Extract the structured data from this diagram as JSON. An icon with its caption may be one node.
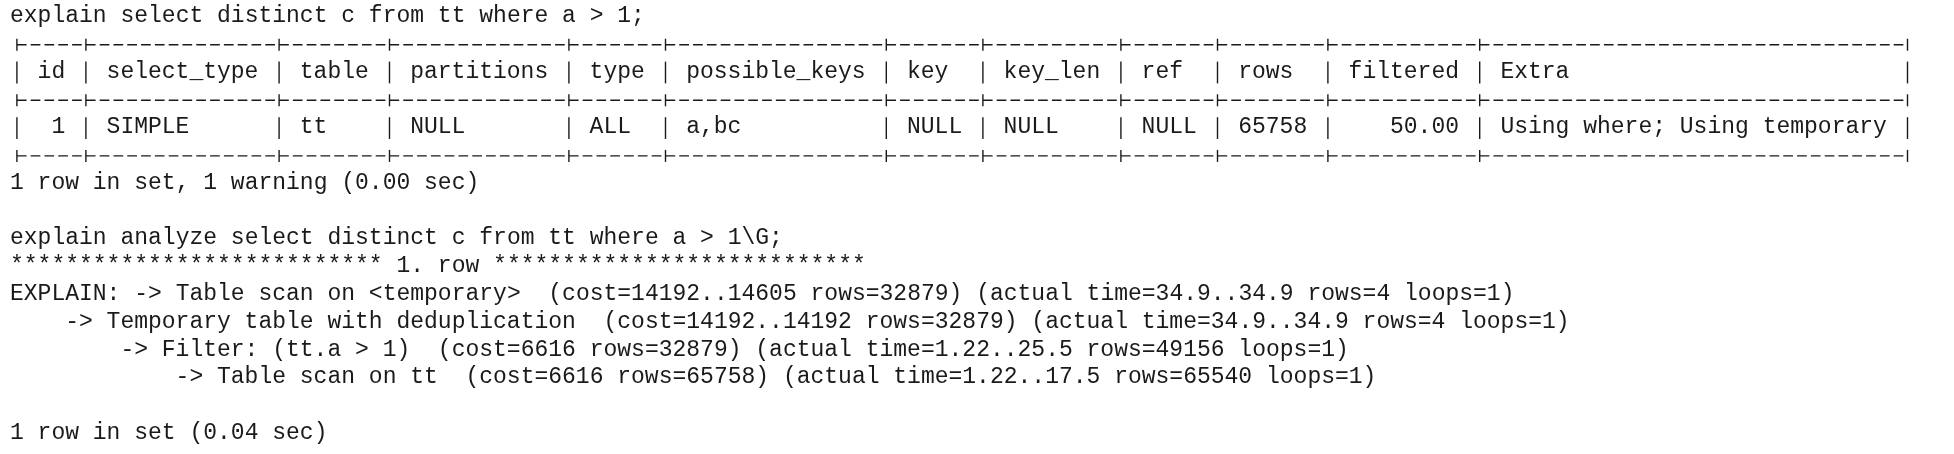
{
  "diagram": {
    "labels": [
      "explain select distinct c from tt where a > 1;",
      "id",
      "select_type",
      "table",
      "partitions",
      "type",
      "possible_keys",
      "key",
      "key_len",
      "ref",
      "rows",
      "filtered",
      "Extra",
      "1",
      "SIMPLE",
      "tt",
      "NULL",
      "ALL",
      "a,bc",
      "NULL",
      "NULL",
      "NULL",
      "65758",
      "50.00",
      "Using where; Using temporary",
      "1 row in set, 1 warning (0.00 sec)",
      "explain analyze select distinct c from tt where a > 1\\G;",
      "*************************** 1. row ***************************",
      "EXPLAIN: -> Table scan on <temporary>  (cost=14192..14605 rows=32879) (actual time=34.9..34.9 rows=4 loops=1)",
      "-> Temporary table with deduplication  (cost=14192..14192 rows=32879) (actual time=34.9..34.9 rows=4 loops=1)",
      "-> Filter: (tt.a > 1)  (cost=6616 rows=32879) (actual time=1.22..25.5 rows=49156 loops=1)",
      "-> Table scan on tt  (cost=6616 rows=65758) (actual time=1.22..17.5 rows=65540 loops=1)",
      "1 row in set (0.04 sec)"
    ]
  }
}
